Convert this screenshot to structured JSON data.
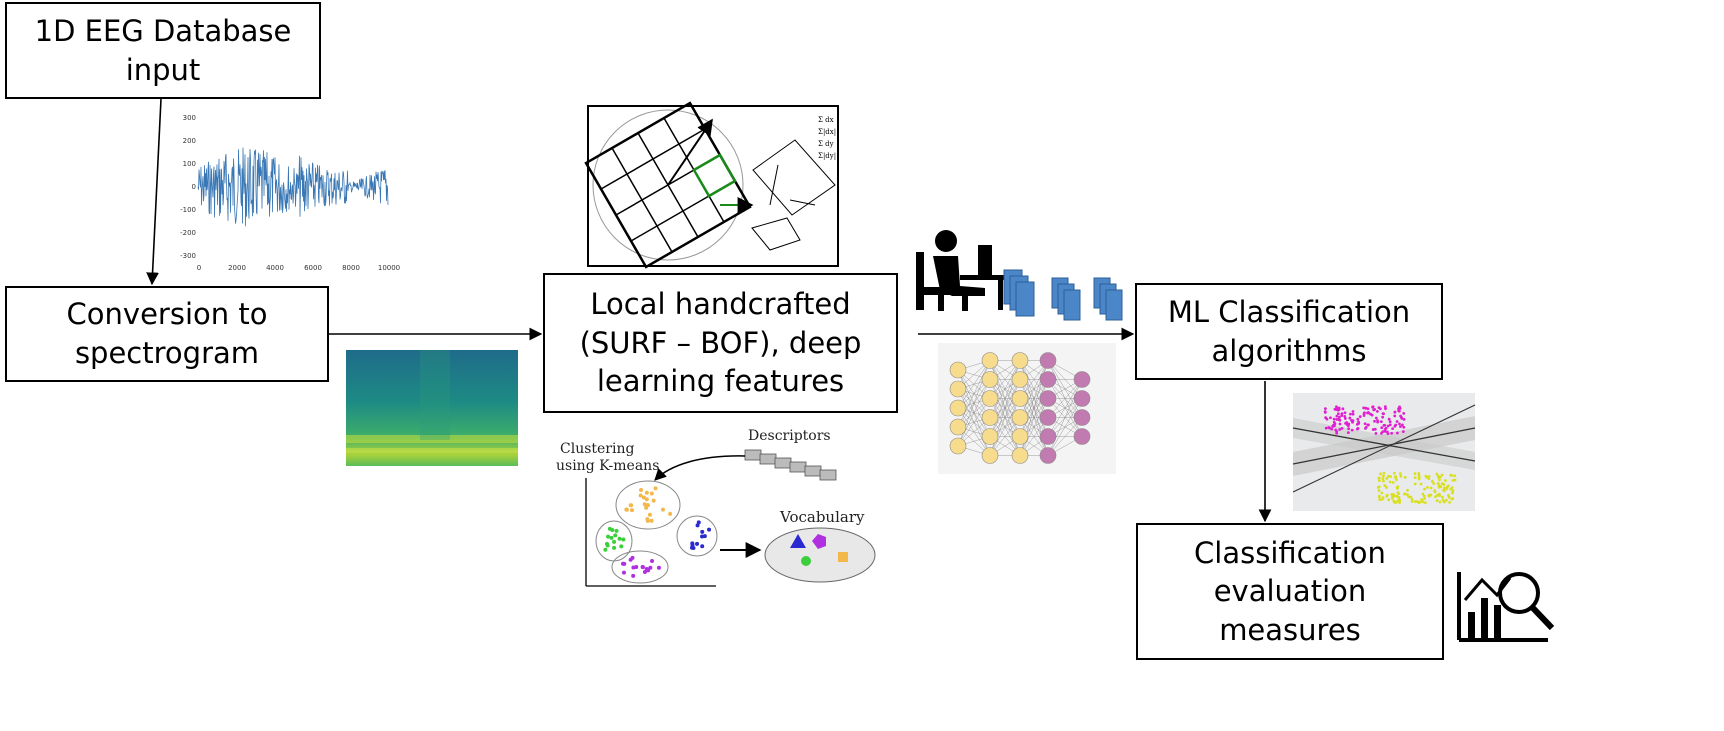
{
  "boxes": {
    "eeg_input": "1D EEG Database\ninput",
    "spectrogram": "Conversion to\nspectrogram",
    "features": "Local handcrafted\n(SURF – BOF), deep\nlearning features",
    "ml": "ML Classification\nalgorithms",
    "evaluation": "Classification\nevaluation\nmeasures"
  },
  "eeg_plot": {
    "y_ticks": [
      "300",
      "200",
      "100",
      "0",
      "-100",
      "-200",
      "-300"
    ],
    "x_ticks": [
      "0",
      "2000",
      "4000",
      "6000",
      "8000",
      "10000"
    ]
  },
  "bof": {
    "clustering": "Clustering\nusing K-means",
    "descriptors": "Descriptors",
    "vocabulary": "Vocabulary"
  },
  "colors": {
    "signal": "#3a78b5",
    "cluster_orange": "#f2b84b",
    "cluster_green": "#3ccf3c",
    "cluster_blue": "#2a2ad0",
    "cluster_purple": "#b030e0",
    "node_yellow": "#f6dc8c",
    "node_pink": "#c27bb0",
    "cnn_block": "#4a86c8"
  }
}
